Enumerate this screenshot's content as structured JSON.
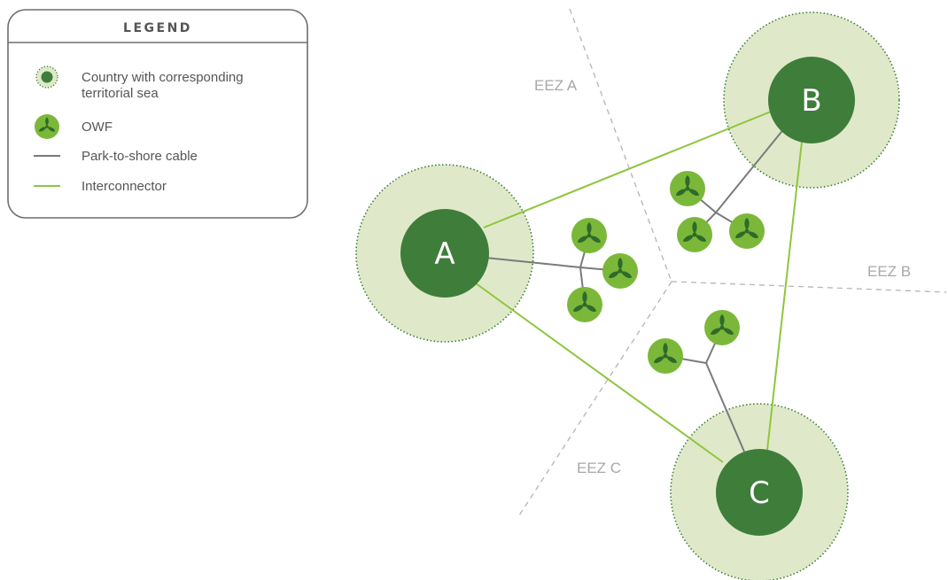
{
  "legend": {
    "title": "LEGEND",
    "items": [
      {
        "label_line1": "Country with corresponding",
        "label_line2": "territorial sea",
        "icon": "country-territorial-sea-icon"
      },
      {
        "label_line1": "OWF",
        "icon": "wind-turbine-icon"
      },
      {
        "label_line1": "Park-to-shore cable",
        "icon": "grey-line-icon"
      },
      {
        "label_line1": "Interconnector",
        "icon": "green-line-icon"
      }
    ]
  },
  "eez_labels": {
    "a": "EEZ A",
    "b": "EEZ B",
    "c": "EEZ C"
  },
  "countries": {
    "a": "A",
    "b": "B",
    "c": "C"
  },
  "colors": {
    "country": "#3f7d3a",
    "territorial_sea": "#dfe9c9",
    "owf": "#7bb83a",
    "interconnector": "#8ec63f",
    "park_to_shore_cable": "#7a7a7a",
    "eez_boundary": "#b5b5b5",
    "legend_border": "#6e6e6e",
    "text": "#555555"
  }
}
